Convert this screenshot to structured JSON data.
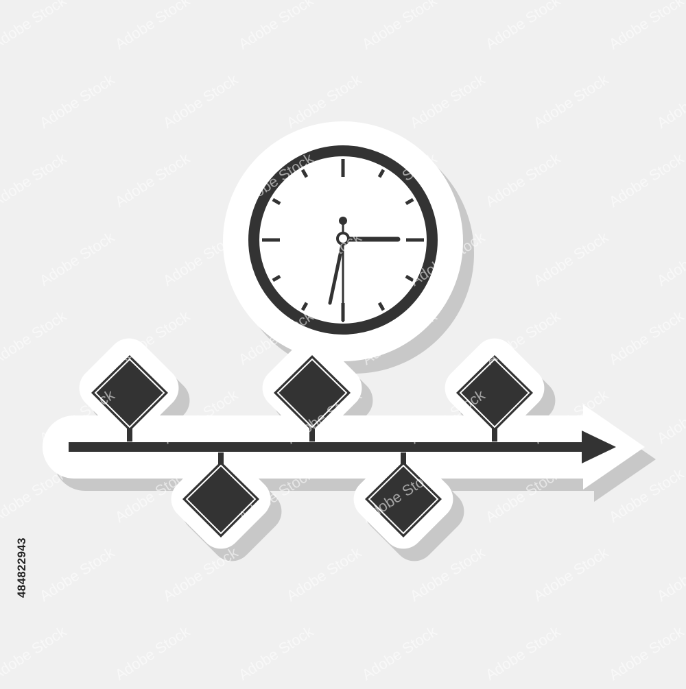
{
  "illustration": {
    "subject": "timeline-sticker",
    "icons": [
      "clock-icon",
      "timeline-arrow-icon",
      "milestone-diamond-icon"
    ],
    "clock_time": "3:34",
    "milestones_above": 3,
    "milestones_below": 2
  },
  "stock_id": "484822943",
  "watermark_text": "Adobe Stock",
  "colors": {
    "background": "#f0f0f0",
    "sticker_fill": "#ffffff",
    "sticker_shadow": "#c8c8c8",
    "icon_fill": "#333333"
  }
}
